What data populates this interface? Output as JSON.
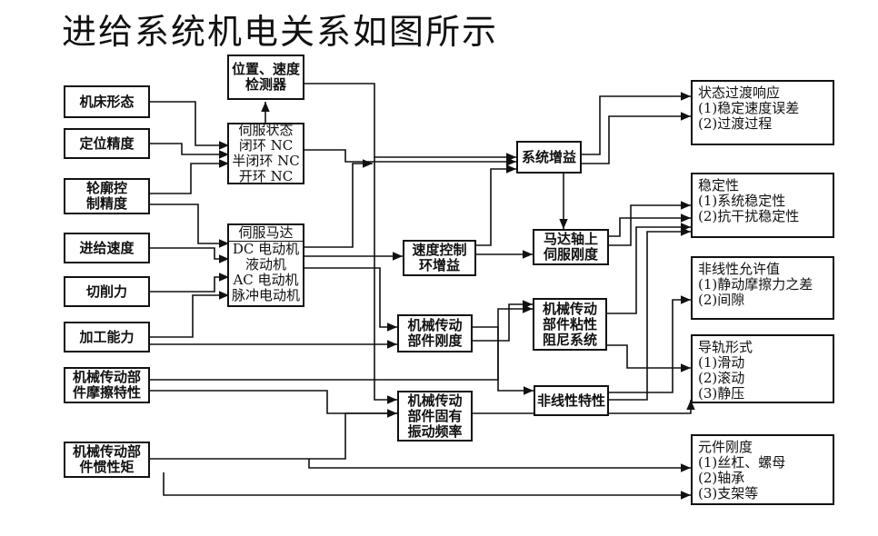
{
  "title": "进给系统机电关系如图所示",
  "inputs": {
    "machine_form": "机床形态",
    "position_accuracy": "定位精度",
    "contour_accuracy": "轮廓控\n制精度",
    "feed_speed": "进给速度",
    "cutting_force": "切削力",
    "machining_capacity": "加工能力",
    "friction": "机械传动部\n件摩擦特性",
    "inertia": "机械传动部\n件惯性矩"
  },
  "middle": {
    "detector": "位置、速度\n检测器",
    "servo_state": [
      "伺服状态",
      "闭环 NC",
      "半闭环 NC",
      "开环 NC"
    ],
    "servo_motor": [
      "伺服马达",
      "DC 电动机",
      "液动机",
      "AC 电动机",
      "脉冲电动机"
    ],
    "speed_gain": "速度控制\n环增益",
    "system_gain": "系统增益",
    "motor_stiffness": "马达轴上\n伺服刚度",
    "mech_stiffness": "机械传动\n部件刚度",
    "mech_frequency": "机械传动\n部件固有\n振动频率",
    "damping": "机械传动\n部件粘性\n阻尼系统",
    "nonlinear": "非线性特性"
  },
  "outputs": {
    "transient": [
      "状态过渡响应",
      "(1)稳定速度误差",
      "(2)过渡过程"
    ],
    "stability": [
      "稳定性",
      "(1)系统稳定性",
      "(2)抗干扰稳定性"
    ],
    "nonlinear_allow": [
      "非线性允许值",
      "(1)静动摩擦力之差",
      "(2)间隙"
    ],
    "guide": [
      "导轨形式",
      "(1)滑动",
      "(2)滚动",
      "(3)静压"
    ],
    "component_stiffness": [
      "元件刚度",
      "(1)丝杠、螺母",
      "(2)轴承",
      "(3)支架等"
    ]
  }
}
